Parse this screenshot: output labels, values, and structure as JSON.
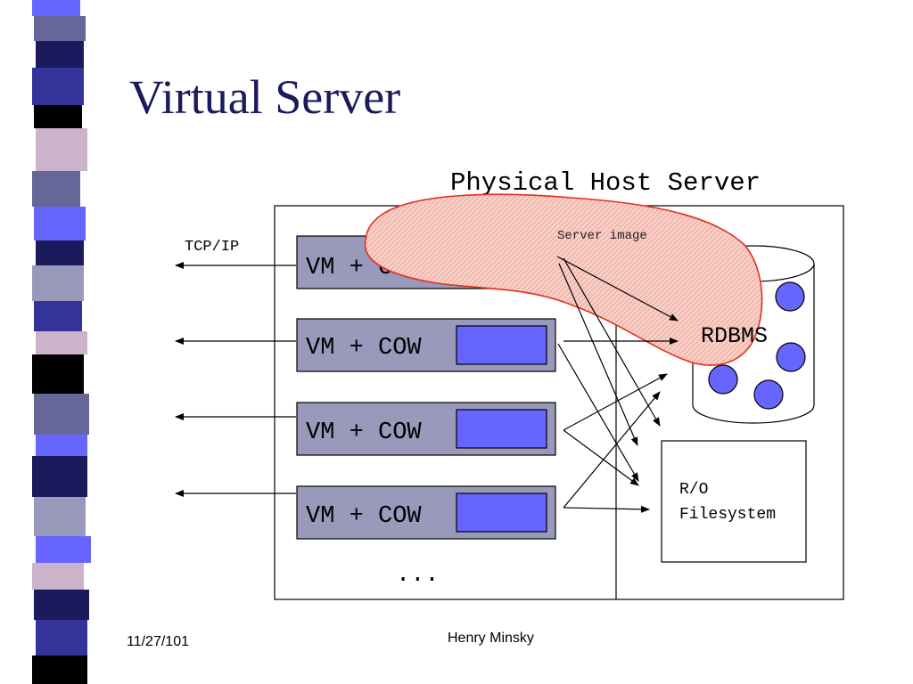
{
  "slide": {
    "title": "Virtual Server",
    "footer": {
      "date": "11/27/101",
      "author": "Henry Minsky"
    }
  },
  "diagram": {
    "host_label": "Physical Host Server",
    "network_label": "TCP/IP",
    "server_image_label": "Server image",
    "vm_labels": [
      "VM + COW",
      "VM + COW",
      "VM + COW",
      "VM + COW"
    ],
    "ellipsis": "...",
    "database_label": "RDBMS",
    "filesystem_label_line1": "R/O",
    "filesystem_label_line2": "Filesystem"
  },
  "colors": {
    "title": "#1a1a5c",
    "vm_box": "#9999bb",
    "cow_box": "#6666ff",
    "server_image_outline": "#e03020",
    "db_ball": "#6666ff",
    "stripe": [
      "#6666ff",
      "#666699",
      "#1a1a5c",
      "#333399",
      "#000000",
      "#ccb3cc",
      "#9999bb"
    ]
  },
  "icons": [
    "database-cylinder-icon",
    "arrow-left-icon",
    "arrow-right-icon"
  ]
}
